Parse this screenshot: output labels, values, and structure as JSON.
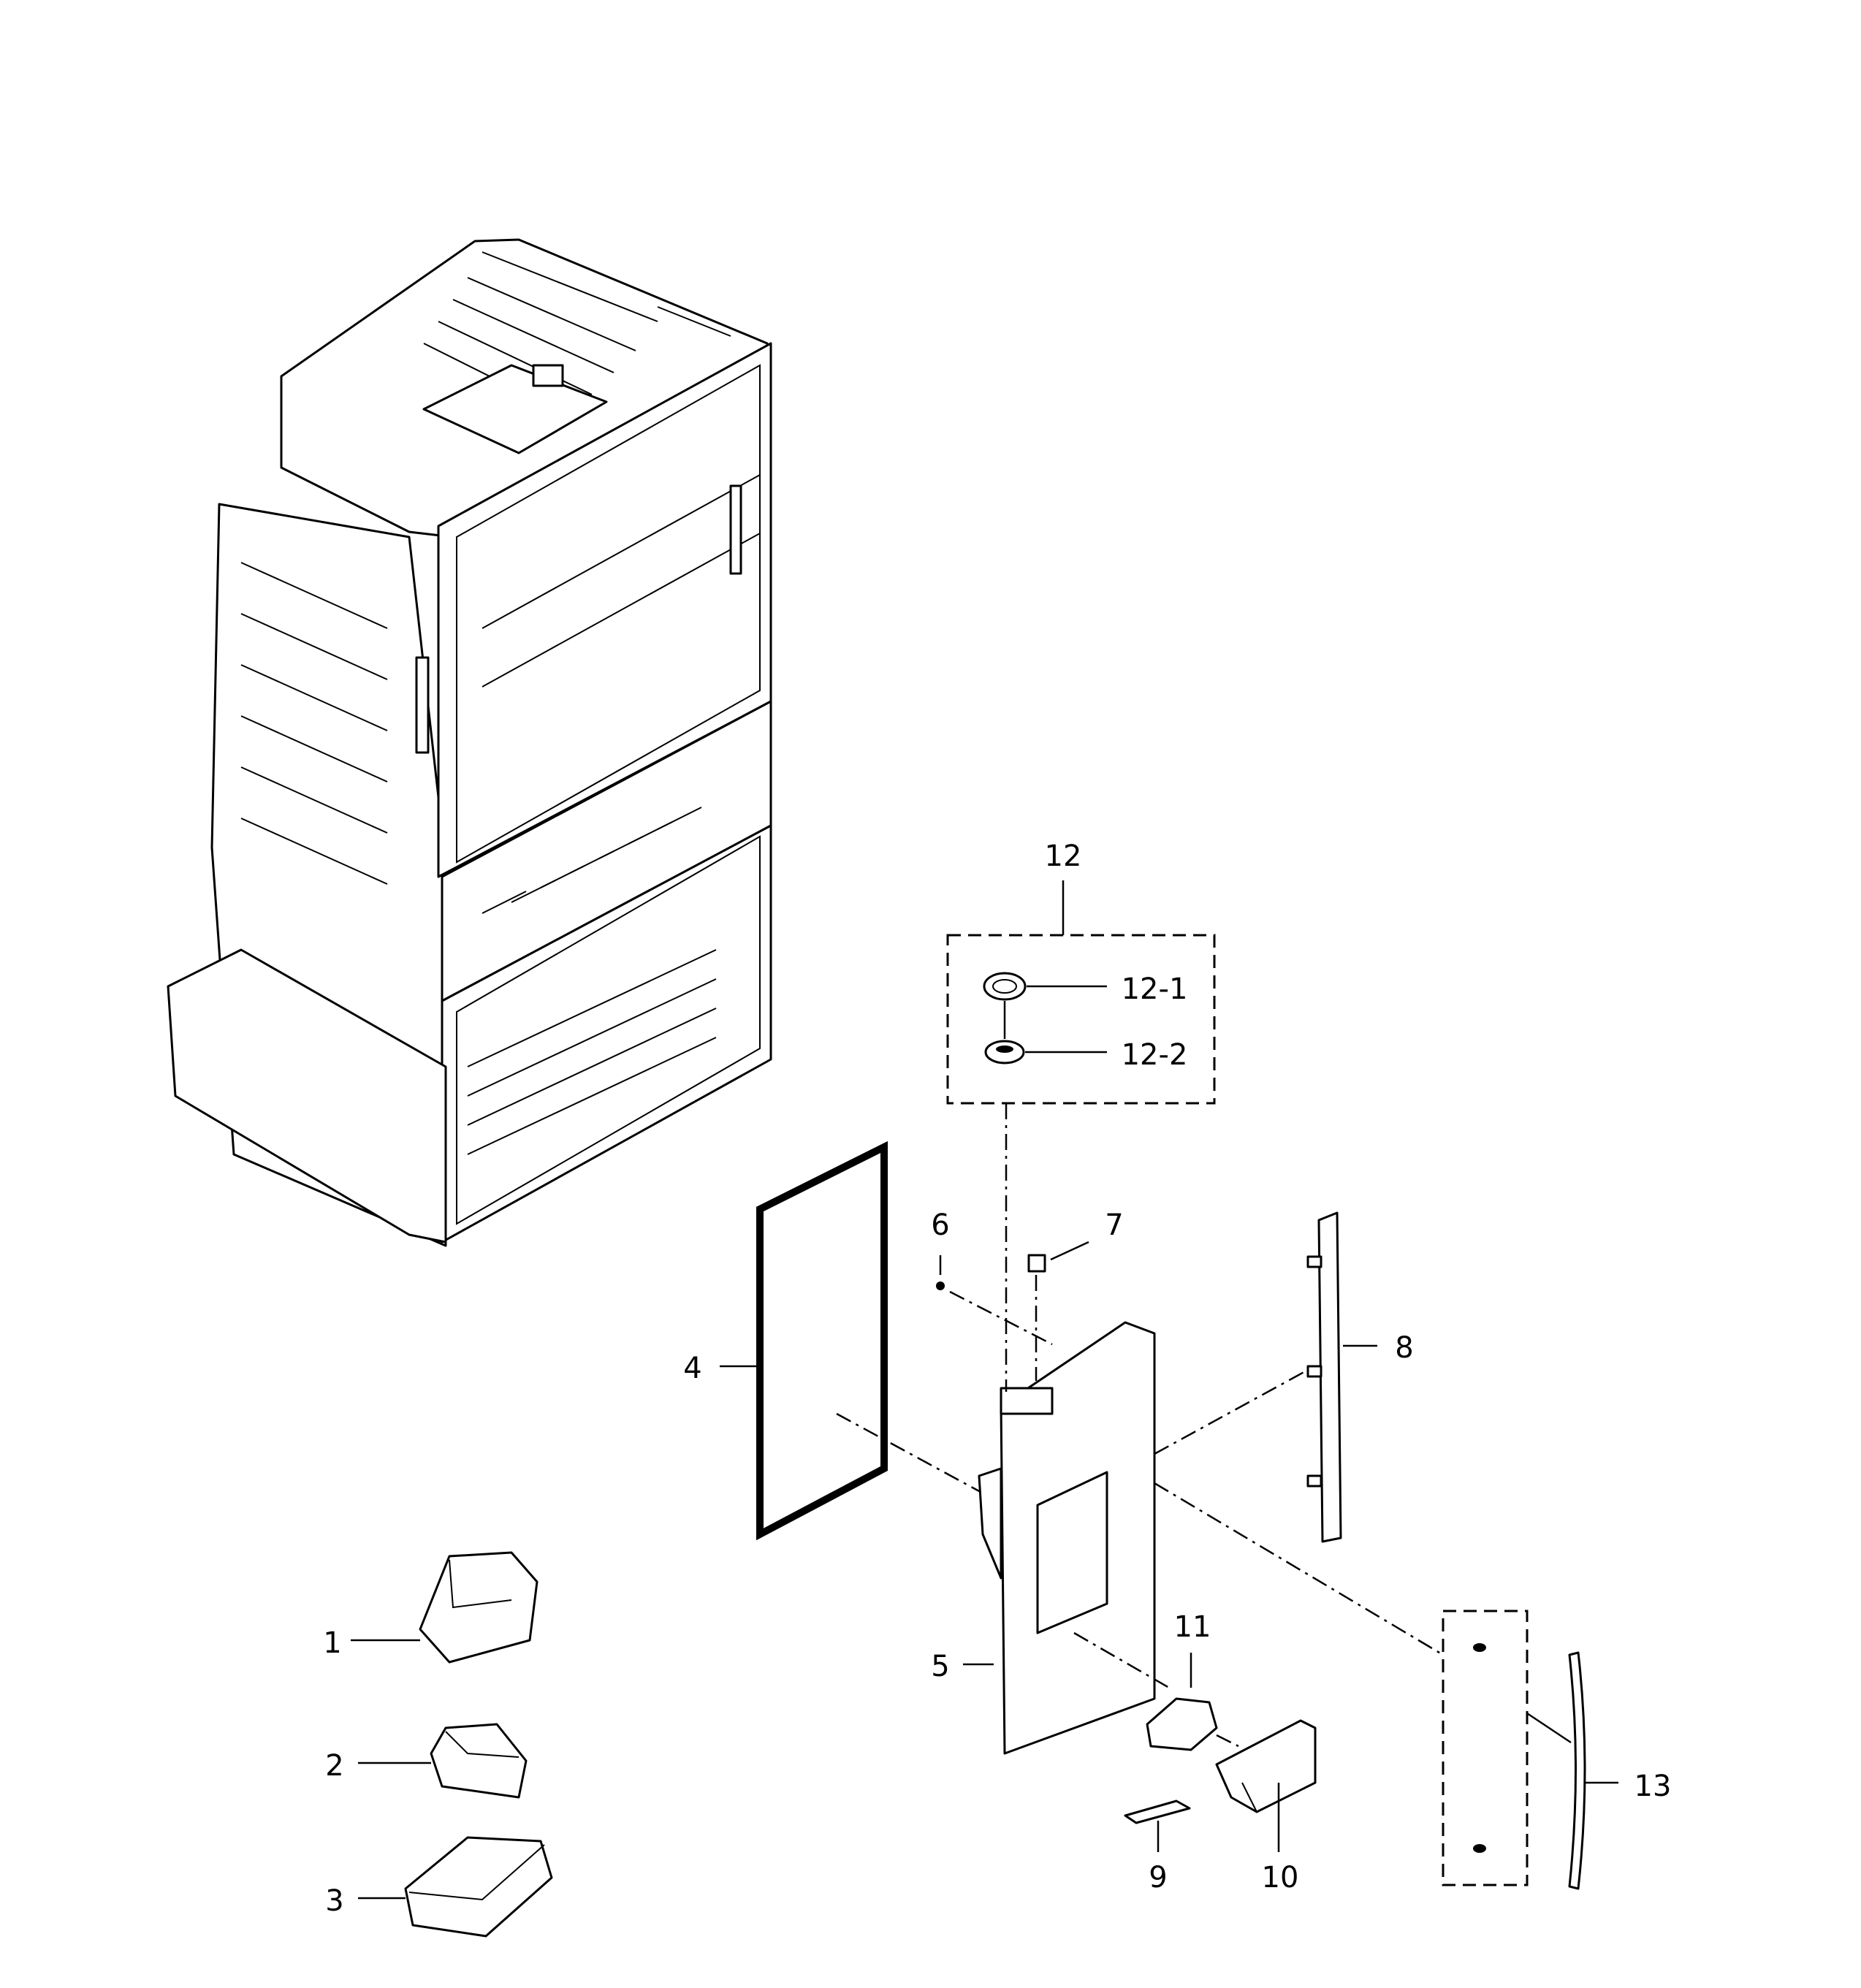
{
  "labels": {
    "l1": "1",
    "l2": "2",
    "l3": "3",
    "l4": "4",
    "l5": "5",
    "l6": "6",
    "l7": "7",
    "l8": "8",
    "l9": "9",
    "l10": "10",
    "l11": "11",
    "l12": "12",
    "l12_1": "12-1",
    "l12_2": "12-2",
    "l13": "13"
  }
}
